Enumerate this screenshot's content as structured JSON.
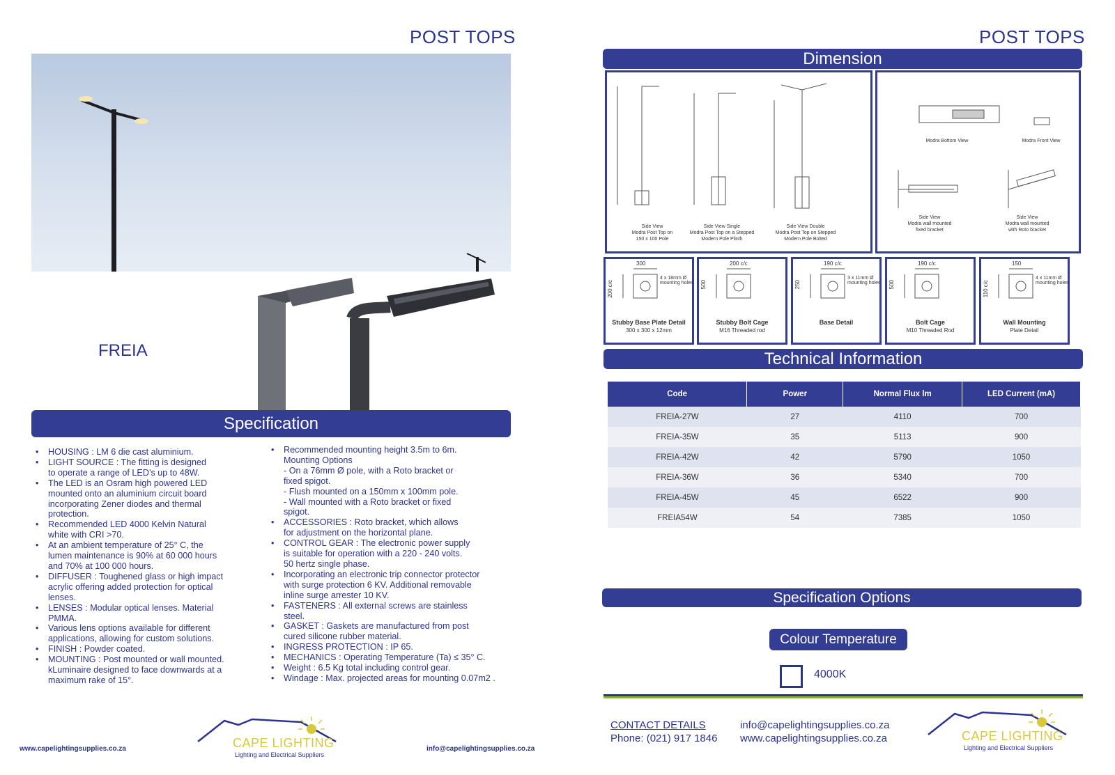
{
  "left": {
    "title": "POST TOPS",
    "product_name": "FREIA",
    "spec_banner": "Specification",
    "spec_col1": [
      {
        "text": "HOUSING : LM 6 die cast aluminium.",
        "bullet": true
      },
      {
        "text": "LIGHT SOURCE : The fitting is designed",
        "bullet": true
      },
      {
        "text": "to operate a range of LED’s up to 48W.",
        "bullet": false
      },
      {
        "text": "The LED is an Osram high powered LED",
        "bullet": true
      },
      {
        "text": " mounted onto an aluminium circuit board",
        "bullet": false
      },
      {
        "text": "incorporating Zener diodes and thermal",
        "bullet": false
      },
      {
        "text": "protection.",
        "bullet": false
      },
      {
        "text": "Recommended LED 4000 Kelvin Natural",
        "bullet": true
      },
      {
        "text": "white with CRI >70.",
        "bullet": false
      },
      {
        "text": "At an ambient temperature of 25° C, the",
        "bullet": true
      },
      {
        "text": "lumen maintenance is 90% at 60 000 hours",
        "bullet": false
      },
      {
        "text": "and 70% at 100 000 hours.",
        "bullet": false
      },
      {
        "text": "DIFFUSER : Toughened glass or high impact",
        "bullet": true
      },
      {
        "text": "acrylic offering added protection for optical",
        "bullet": false
      },
      {
        "text": "lenses.",
        "bullet": false
      },
      {
        "text": "LENSES : Modular optical lenses. Material",
        "bullet": true
      },
      {
        "text": "PMMA.",
        "bullet": false
      },
      {
        "text": "Various lens options available for different",
        "bullet": true
      },
      {
        "text": "applications, allowing for custom solutions.",
        "bullet": false
      },
      {
        "text": "FINISH : Powder coated.",
        "bullet": true
      },
      {
        "text": "MOUNTING : Post mounted or wall mounted.",
        "bullet": true
      },
      {
        "text": "kLuminaire designed to face downwards at a",
        "bullet": false
      },
      {
        "text": "maximum rake of 15°.",
        "bullet": false
      }
    ],
    "spec_col2": [
      {
        "text": "Recommended mounting height 3.5m to 6m.",
        "bullet": true
      },
      {
        "text": "Mounting Options",
        "bullet": false
      },
      {
        "text": "- On a 76mm Ø pole, with a Roto bracket or",
        "bullet": false
      },
      {
        "text": "fixed spigot.",
        "bullet": false
      },
      {
        "text": "- Flush mounted on a 150mm x 100mm pole.",
        "bullet": false
      },
      {
        "text": "- Wall mounted with a Roto bracket or fixed",
        "bullet": false
      },
      {
        "text": "spigot.",
        "bullet": false
      },
      {
        "text": "ACCESSORIES : Roto bracket, which allows",
        "bullet": true
      },
      {
        "text": "for adjustment on the horizontal plane.",
        "bullet": false
      },
      {
        "text": "CONTROL GEAR : The electronic power supply",
        "bullet": true
      },
      {
        "text": "is suitable for operation with a 220 - 240 volts.",
        "bullet": false
      },
      {
        "text": "50 hertz single phase.",
        "bullet": false
      },
      {
        "text": "Incorporating an electronic trip connector protector",
        "bullet": true
      },
      {
        "text": "with surge protection 6 KV. Additional removable",
        "bullet": false
      },
      {
        "text": "inline surge arrester 10 KV.",
        "bullet": false
      },
      {
        "text": "FASTENERS : All external screws are stainless",
        "bullet": true
      },
      {
        "text": "steel.",
        "bullet": false
      },
      {
        "text": "GASKET : Gaskets are manufactured from post",
        "bullet": true
      },
      {
        "text": "cured silicone rubber material.",
        "bullet": false
      },
      {
        "text": "INGRESS PROTECTION : IP 65.",
        "bullet": true
      },
      {
        "text": "MECHANICS : Operating Temperature (Ta) ≤ 35° C.",
        "bullet": true
      },
      {
        "text": "Weight : 6.5 Kg total including control gear.",
        "bullet": true
      },
      {
        "text": "Windage : Max. projected areas for mounting 0.07m2 .",
        "bullet": true
      }
    ],
    "footer_web": "www.capelightingsupplies.co.za",
    "footer_email": "info@capelightingsupplies.co.za"
  },
  "right": {
    "title": "POST TOPS",
    "dimension_banner": "Dimension",
    "drawings_top_left": [
      {
        "caption1": "Side View",
        "caption2": "Modra Post Top on",
        "caption3": "150 x 100 Pole"
      },
      {
        "caption1": "Side View Single",
        "caption2": "Modra Post Top on a Stepped",
        "caption3": "Modern Pole Plinth"
      },
      {
        "caption1": "Side View Double",
        "caption2": "Modra Post Top on Stepped",
        "caption3": "Modern Pole Bolted"
      }
    ],
    "drawings_top_right": [
      {
        "caption1": "Modra Bottom View",
        "caption2": ""
      },
      {
        "caption1": "Modra Front View",
        "caption2": ""
      },
      {
        "caption1": "Side View",
        "caption2": "Modra wall mounted",
        "caption3": "fixed bracket"
      },
      {
        "caption1": "Side View",
        "caption2": "Modra wall mounted",
        "caption3": "with Roto bracket"
      }
    ],
    "detail_boxes": [
      {
        "title": "Stubby Base Plate Detail",
        "sub": "300 x 300 x 12mm",
        "note": "4 x 18mm Ø mounting holes",
        "dim1": "300",
        "dim2": "200 c/c"
      },
      {
        "title": "Stubby Bolt Cage",
        "sub": "M16 Threaded rod",
        "note": "",
        "dim1": "200 c/c",
        "dim2": "500"
      },
      {
        "title": "Base Detail",
        "sub": "",
        "note": "3 x 11mm Ø mounting holes",
        "dim1": "190 c/c",
        "dim2": "250"
      },
      {
        "title": "Bolt Cage",
        "sub": "M10 Threaded Rod",
        "note": "",
        "dim1": "190 c/c",
        "dim2": "500"
      },
      {
        "title": "Wall Mounting",
        "sub": "Plate Detail",
        "note": "4 x 11mm Ø mounting holes",
        "dim1": "150",
        "dim2": "110 c/c"
      }
    ],
    "tech_banner": "Technical Information",
    "table": {
      "headers": [
        "Code",
        "Power",
        "Normal Flux lm",
        "LED Current (mA)"
      ],
      "rows": [
        [
          "FREIA-27W",
          "27",
          "4110",
          "700"
        ],
        [
          "FREIA-35W",
          "35",
          "5113",
          "900"
        ],
        [
          "FREIA-42W",
          "42",
          "5790",
          "1050"
        ],
        [
          "FREIA-36W",
          "36",
          "5340",
          "700"
        ],
        [
          "FREIA-45W",
          "45",
          "6522",
          "900"
        ],
        [
          "FREIA54W",
          "54",
          "7385",
          "1050"
        ]
      ]
    },
    "options_banner": "Specification Options",
    "colour_temp_label": "Colour Temperature",
    "colour_option": "4000K",
    "contact_heading": "CONTACT DETAILS",
    "phone": "Phone: (021) 917 1846",
    "email": "info@capelightingsupplies.co.za",
    "web": "www.capelightingsupplies.co.za"
  },
  "logo": {
    "name": "CAPE LIGHTING",
    "tagline": "Lighting and Electrical Suppliers"
  },
  "colors": {
    "brand_blue": "#343d94",
    "logo_yellow": "#d7c93a",
    "rule_green": "#8ab43c"
  }
}
